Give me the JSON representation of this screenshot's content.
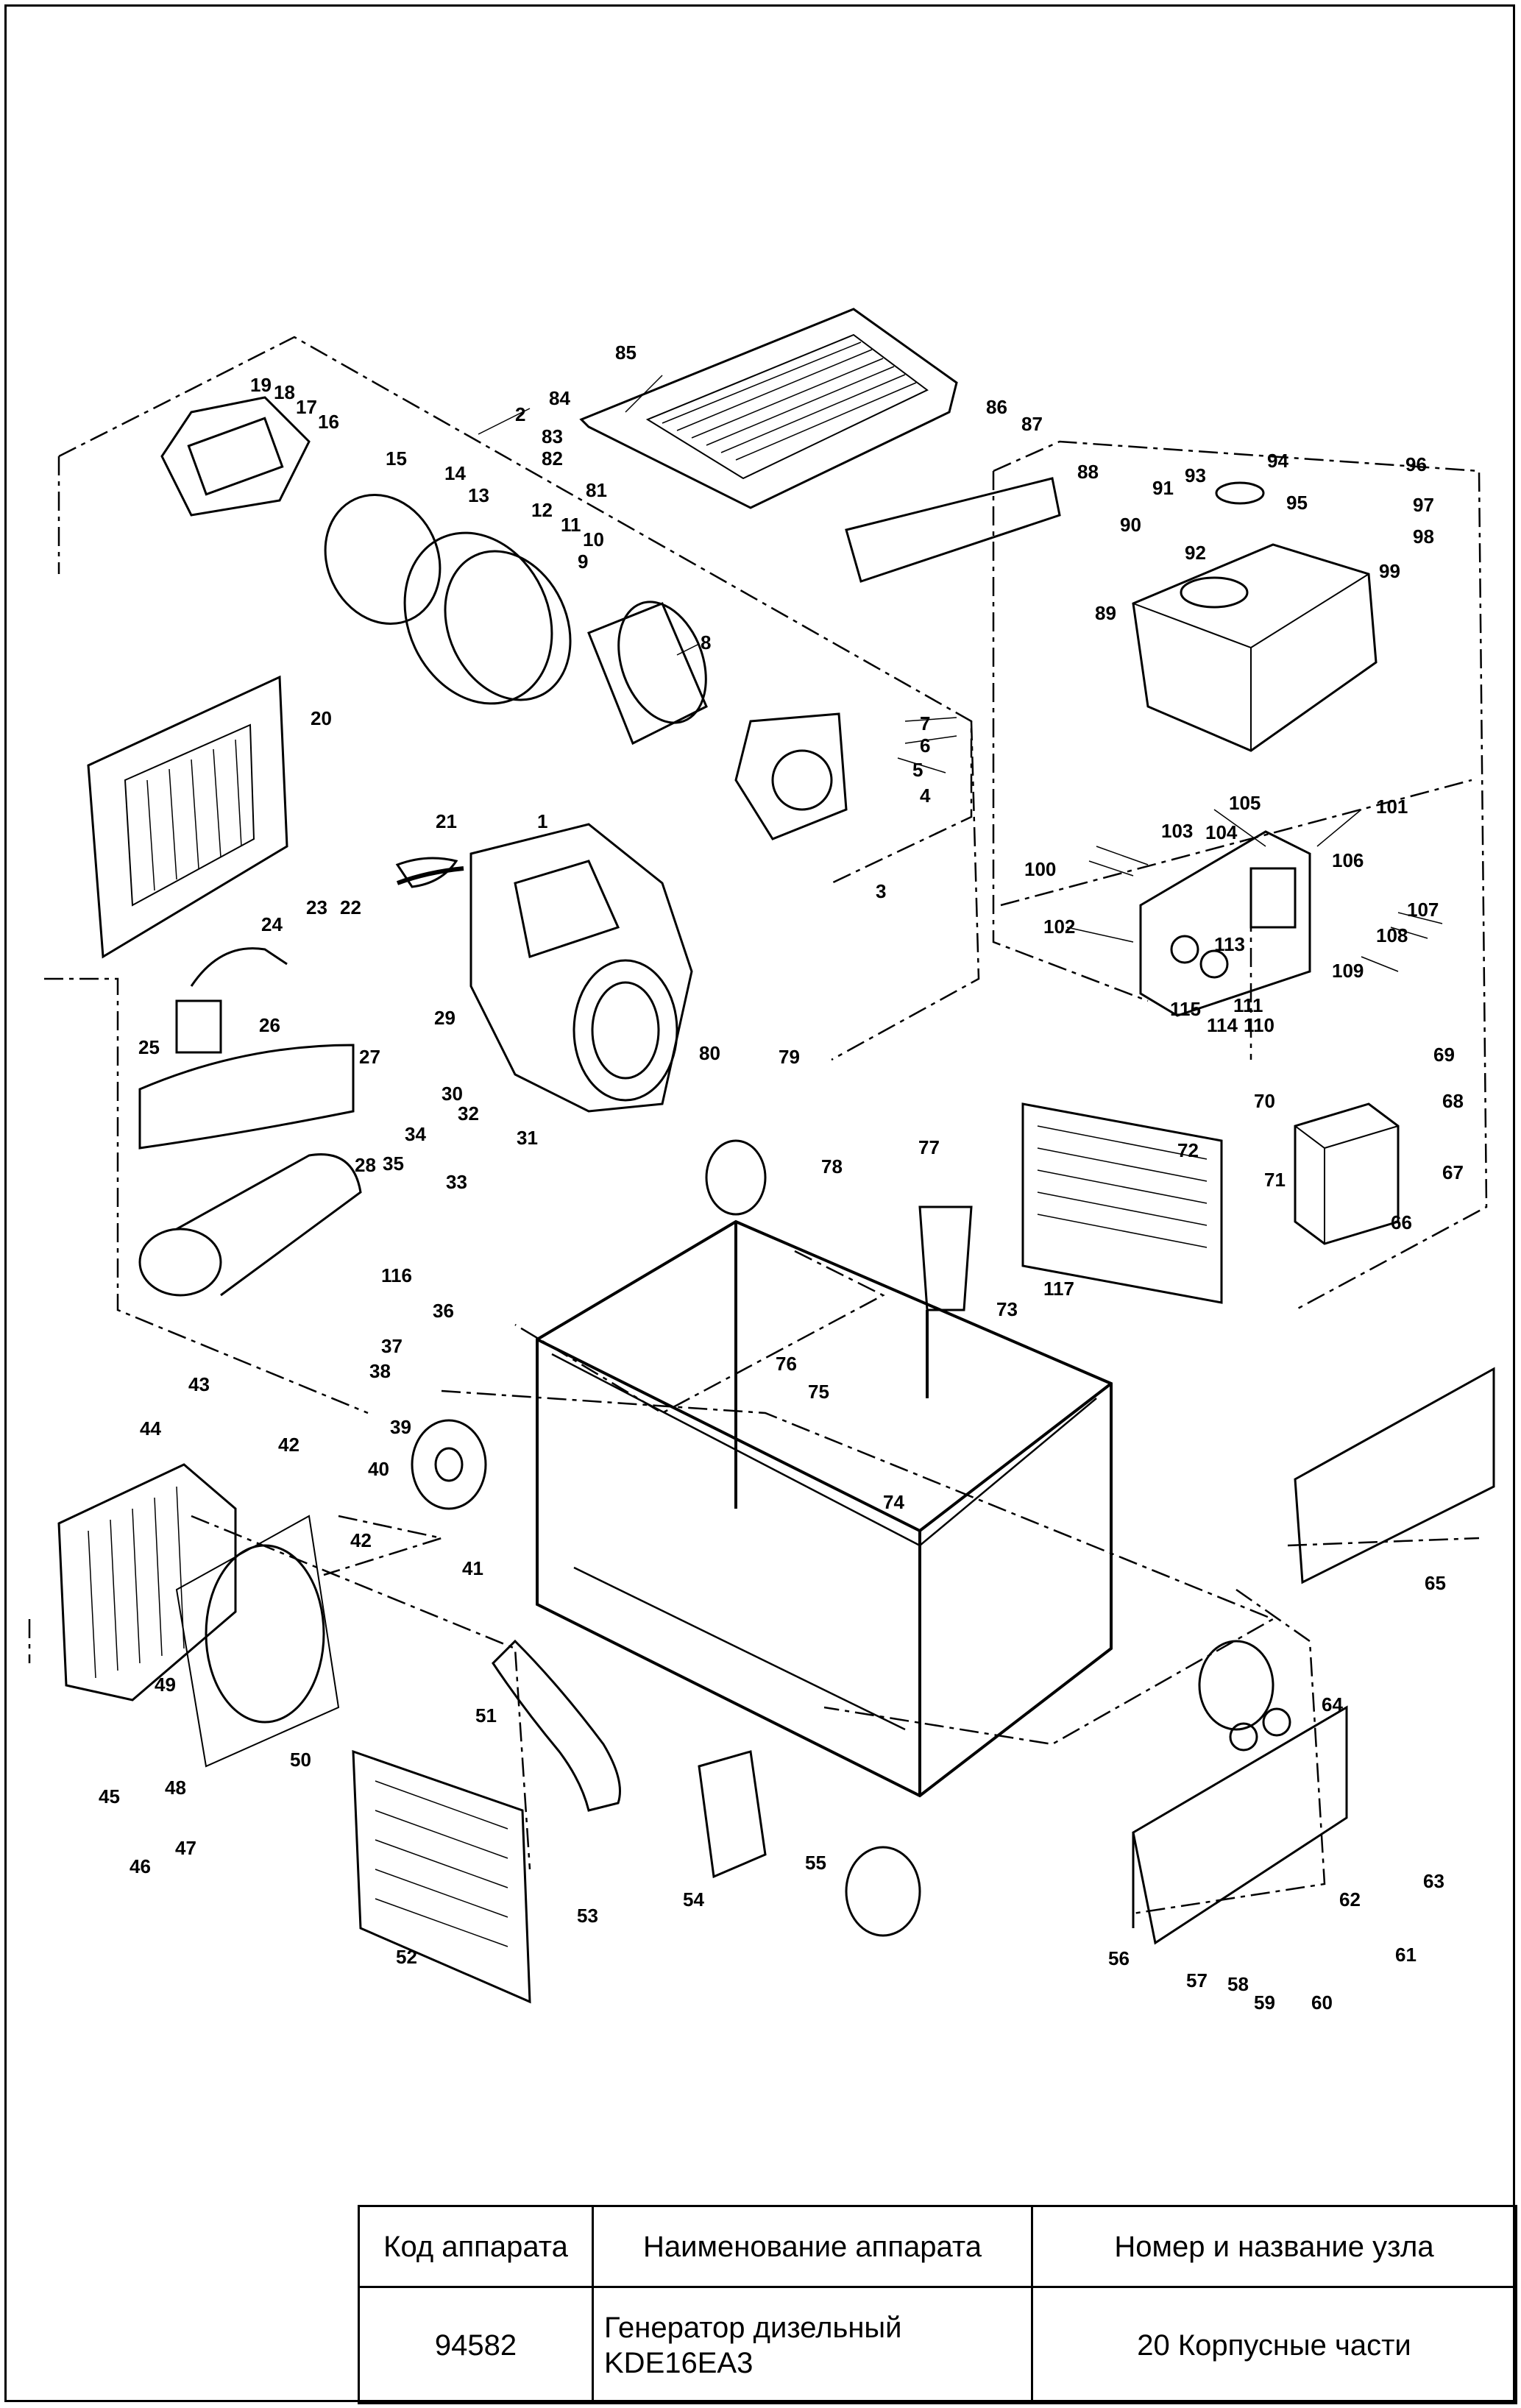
{
  "title_block": {
    "headers": [
      "Код аппарата",
      "Наименование аппарата",
      "Номер и название узла"
    ],
    "code": "94582",
    "name_line1": "Генератор дизельный",
    "name_line2": "KDE16EA3",
    "node": "20 Корпусные части"
  },
  "part_numbers": [
    "1",
    "2",
    "3",
    "4",
    "5",
    "6",
    "7",
    "8",
    "9",
    "10",
    "11",
    "12",
    "13",
    "14",
    "15",
    "16",
    "17",
    "18",
    "19",
    "20",
    "21",
    "22",
    "23",
    "24",
    "25",
    "26",
    "27",
    "28",
    "29",
    "30",
    "31",
    "32",
    "33",
    "34",
    "35",
    "36",
    "37",
    "38",
    "39",
    "40",
    "41",
    "42",
    "42",
    "43",
    "44",
    "45",
    "46",
    "47",
    "48",
    "49",
    "50",
    "51",
    "52",
    "53",
    "54",
    "55",
    "56",
    "57",
    "58",
    "59",
    "60",
    "61",
    "62",
    "63",
    "64",
    "65",
    "66",
    "67",
    "68",
    "69",
    "70",
    "71",
    "72",
    "73",
    "74",
    "75",
    "76",
    "77",
    "78",
    "79",
    "80",
    "81",
    "82",
    "83",
    "84",
    "85",
    "86",
    "87",
    "88",
    "89",
    "90",
    "91",
    "92",
    "93",
    "94",
    "95",
    "96",
    "97",
    "98",
    "99",
    "100",
    "101",
    "102",
    "103",
    "104",
    "105",
    "106",
    "107",
    "108",
    "109",
    "110",
    "111",
    "113",
    "114",
    "115",
    "116",
    "117"
  ]
}
